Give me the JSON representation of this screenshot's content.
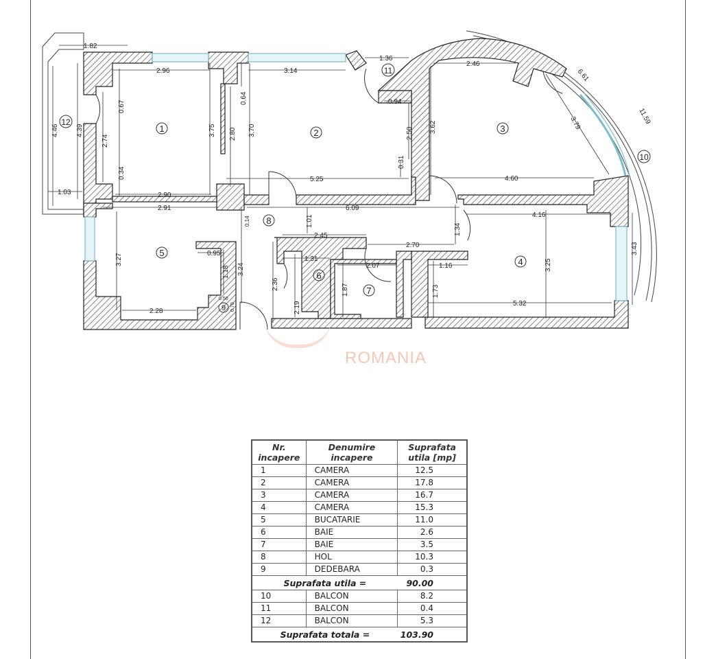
{
  "plan": {
    "watermark": "ROMANIA",
    "rooms": [
      {
        "id": "1",
        "label": "1"
      },
      {
        "id": "2",
        "label": "2"
      },
      {
        "id": "3",
        "label": "3"
      },
      {
        "id": "4",
        "label": "4"
      },
      {
        "id": "5",
        "label": "5"
      },
      {
        "id": "6",
        "label": "6"
      },
      {
        "id": "7",
        "label": "7"
      },
      {
        "id": "8",
        "label": "8"
      },
      {
        "id": "9",
        "label": "9"
      },
      {
        "id": "10",
        "label": "10"
      },
      {
        "id": "11",
        "label": "11"
      },
      {
        "id": "12",
        "label": "12"
      }
    ],
    "dimensions": {
      "d182": "1.82",
      "d446": "4.46",
      "d439": "4.39",
      "d103": "1.03",
      "d296": "2.96",
      "d067": "0.67",
      "d274": "2.74",
      "d034": "0.34",
      "d375": "3.75",
      "d290": "2.90",
      "d291": "2.91",
      "d064": "0.64",
      "d280": "2.80",
      "d370": "3.70",
      "d314": "3.14",
      "d525": "5.25",
      "d031": "0.31",
      "d250": "2.50",
      "d094": "0.94",
      "d136": "1.36",
      "d362": "3.62",
      "d246": "2.46",
      "d379": "3.79",
      "d661": "6.61",
      "d1159": "11.59",
      "d460": "4.60",
      "d609": "6.09",
      "d101": "1.01",
      "d014": "0.14",
      "d134": "1.34",
      "d327": "3.27",
      "d324": "3.24",
      "d095": "0.95",
      "d118": "1.18",
      "d228": "2.28",
      "d050": "0.50",
      "d070": "0.70",
      "d245": "2.45",
      "d236": "2.36",
      "d131": "1.31",
      "d219": "2.19",
      "d207": "2.07",
      "d187": "1.87",
      "d270": "2.70",
      "d116": "1.16",
      "d173": "1.73",
      "d416": "4.16",
      "d325": "3.25",
      "d532": "5.32",
      "d343": "3.43"
    }
  },
  "table": {
    "headers": {
      "nr": "Nr. incapere",
      "name": "Denumire incapere",
      "area": "Suprafata utila [mp]"
    },
    "rows": [
      {
        "nr": "1",
        "name": "CAMERA",
        "area": "12.5"
      },
      {
        "nr": "2",
        "name": "CAMERA",
        "area": "17.8"
      },
      {
        "nr": "3",
        "name": "CAMERA",
        "area": "16.7"
      },
      {
        "nr": "4",
        "name": "CAMERA",
        "area": "15.3"
      },
      {
        "nr": "5",
        "name": "BUCATARIE",
        "area": "11.0"
      },
      {
        "nr": "6",
        "name": "BAIE",
        "area": "2.6"
      },
      {
        "nr": "7",
        "name": "BAIE",
        "area": "3.5"
      },
      {
        "nr": "8",
        "name": "HOL",
        "area": "10.3"
      },
      {
        "nr": "9",
        "name": "DEDEBARA",
        "area": "0.3"
      }
    ],
    "subtotal": {
      "label": "Suprafata utila =",
      "value": "90.00"
    },
    "balcony_rows": [
      {
        "nr": "10",
        "name": "BALCON",
        "area": "8.2"
      },
      {
        "nr": "11",
        "name": "BALCON",
        "area": "0.4"
      },
      {
        "nr": "12",
        "name": "BALCON",
        "area": "5.3"
      }
    ],
    "total": {
      "label": "Suprafata totala =",
      "value": "103.90"
    }
  },
  "colors": {
    "wall_hatch": "#333333",
    "window_glass": "#9fd3e0",
    "watermark": "#f6c8b3"
  }
}
